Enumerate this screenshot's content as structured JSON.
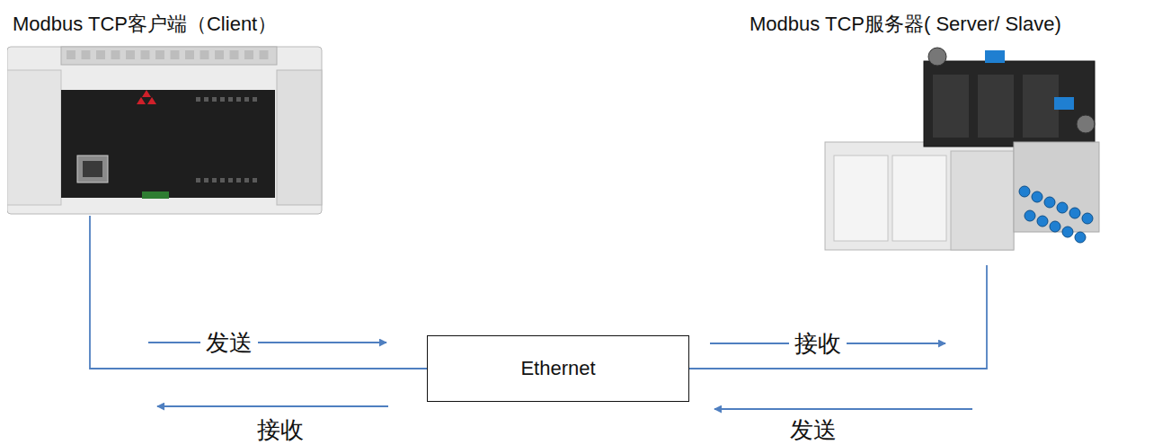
{
  "diagram": {
    "nodes": [
      {
        "text": [
          "Modbus TCP客户端（Client）"
        ]
      },
      {
        "text": [
          "Ethernet"
        ]
      },
      {
        "text": [
          "Modbus TCP服务器( Server/ Slave)"
        ]
      }
    ],
    "edges": [
      {
        "from": 0,
        "to": 1,
        "arrow": "none"
      },
      {
        "from": 1,
        "to": 2,
        "arrow": "none"
      }
    ],
    "labels": [
      "发送",
      "接收",
      "接收",
      "发送"
    ]
  }
}
